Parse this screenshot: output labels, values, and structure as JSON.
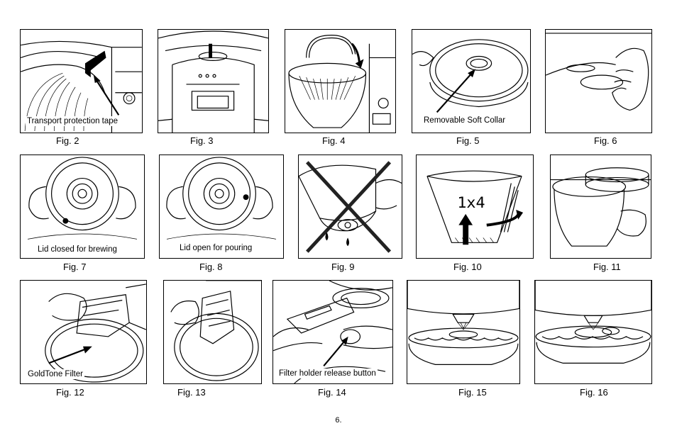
{
  "figures": [
    {
      "id": "fig2",
      "caption": "Fig. 2",
      "label": "Transport protection tape"
    },
    {
      "id": "fig3",
      "caption": "Fig. 3"
    },
    {
      "id": "fig4",
      "caption": "Fig. 4"
    },
    {
      "id": "fig5",
      "caption": "Fig. 5",
      "label": "Removable Soft Collar"
    },
    {
      "id": "fig6",
      "caption": "Fig. 6"
    },
    {
      "id": "fig7",
      "caption": "Fig. 7",
      "label": "Lid closed for brewing"
    },
    {
      "id": "fig8",
      "caption": "Fig. 8",
      "label": "Lid open for pouring"
    },
    {
      "id": "fig9",
      "caption": "Fig. 9"
    },
    {
      "id": "fig10",
      "caption": "Fig. 10",
      "filter_text": "1x4"
    },
    {
      "id": "fig11",
      "caption": "Fig. 11"
    },
    {
      "id": "fig12",
      "caption": "Fig. 12",
      "label": "GoldTone Filter"
    },
    {
      "id": "fig13",
      "caption": "Fig. 13"
    },
    {
      "id": "fig14",
      "caption": "Fig. 14",
      "label": "Filter holder release button"
    },
    {
      "id": "fig15",
      "caption": "Fig. 15"
    },
    {
      "id": "fig16",
      "caption": "Fig. 16"
    }
  ],
  "page_number": "6."
}
